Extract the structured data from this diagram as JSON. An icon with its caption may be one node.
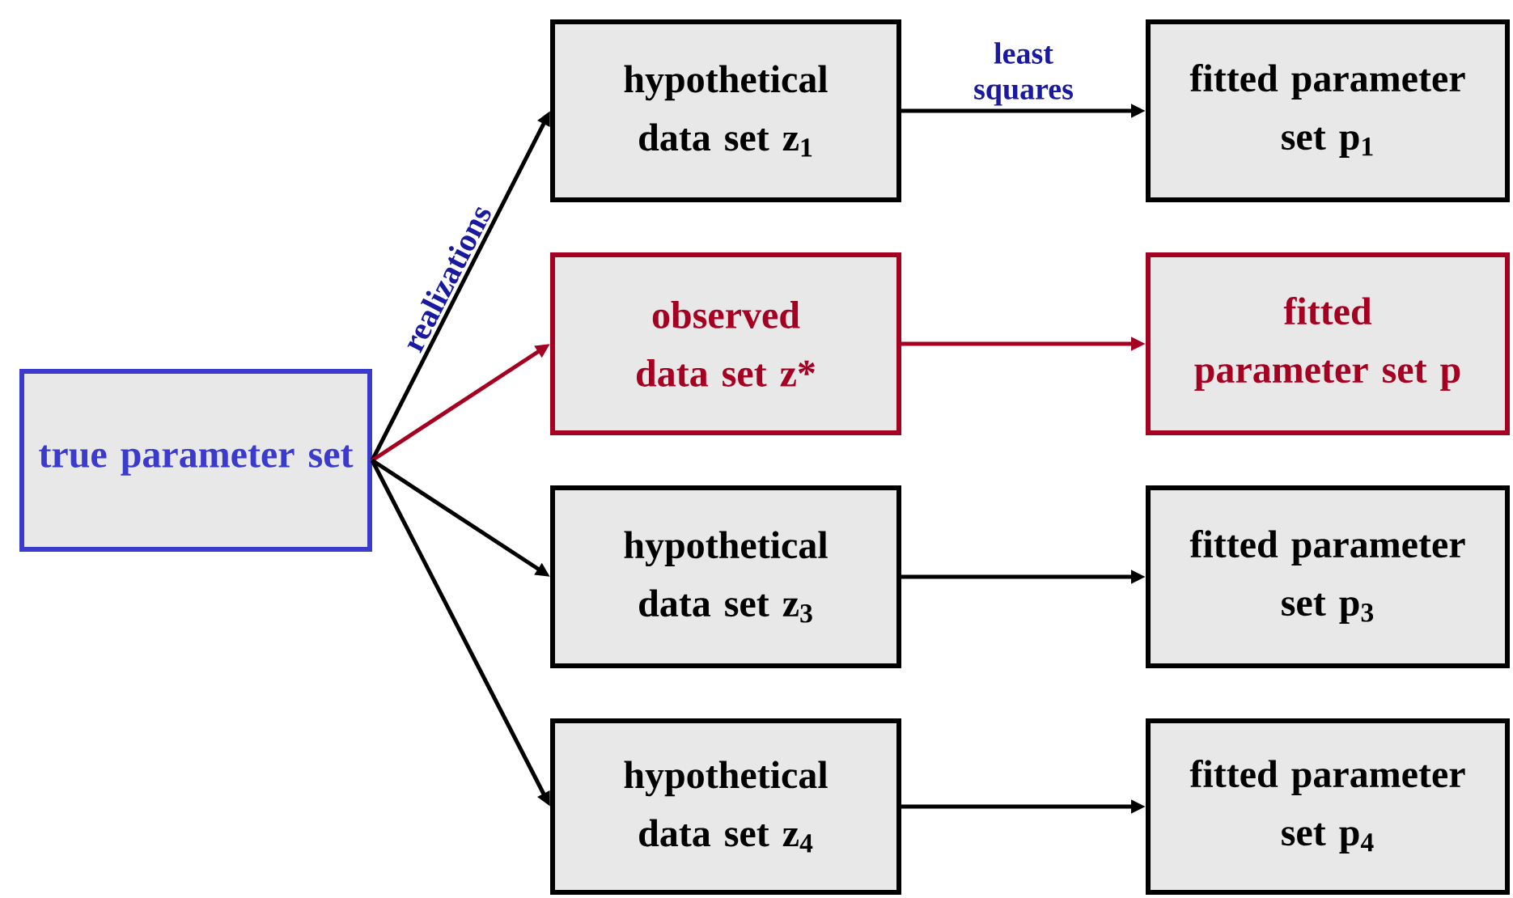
{
  "diagram": {
    "nodes": [
      {
        "text": [
          "true parameter set"
        ]
      },
      {
        "text": [
          "hypothetical data set z$_{1}$"
        ]
      },
      {
        "text": [
          "observed data set z*"
        ]
      },
      {
        "text": [
          "hypothetical data set z$_{3}$"
        ]
      },
      {
        "text": [
          "hypothetical data set z$_{4}$"
        ]
      },
      {
        "text": [
          "fitted parameter set p$_{1}$"
        ]
      },
      {
        "text": [
          "fitted parameter set p"
        ]
      },
      {
        "text": [
          "fitted parameter set p$_{3}$"
        ]
      },
      {
        "text": [
          "fitted parameter set p$_{4}$"
        ]
      }
    ],
    "edges": [
      {
        "from": 0,
        "to": 1,
        "arrow": "to",
        "label": "realizations"
      },
      {
        "from": 0,
        "to": 2,
        "arrow": "to",
        "color": "#a50021"
      },
      {
        "from": 0,
        "to": 3,
        "arrow": "to"
      },
      {
        "from": 0,
        "to": 4,
        "arrow": "to"
      },
      {
        "from": 1,
        "to": 5,
        "arrow": "to",
        "label": "least squares"
      },
      {
        "from": 2,
        "to": 6,
        "arrow": "to",
        "color": "#a50021"
      },
      {
        "from": 3,
        "to": 7,
        "arrow": "to"
      },
      {
        "from": 4,
        "to": 8,
        "arrow": "to"
      }
    ]
  }
}
